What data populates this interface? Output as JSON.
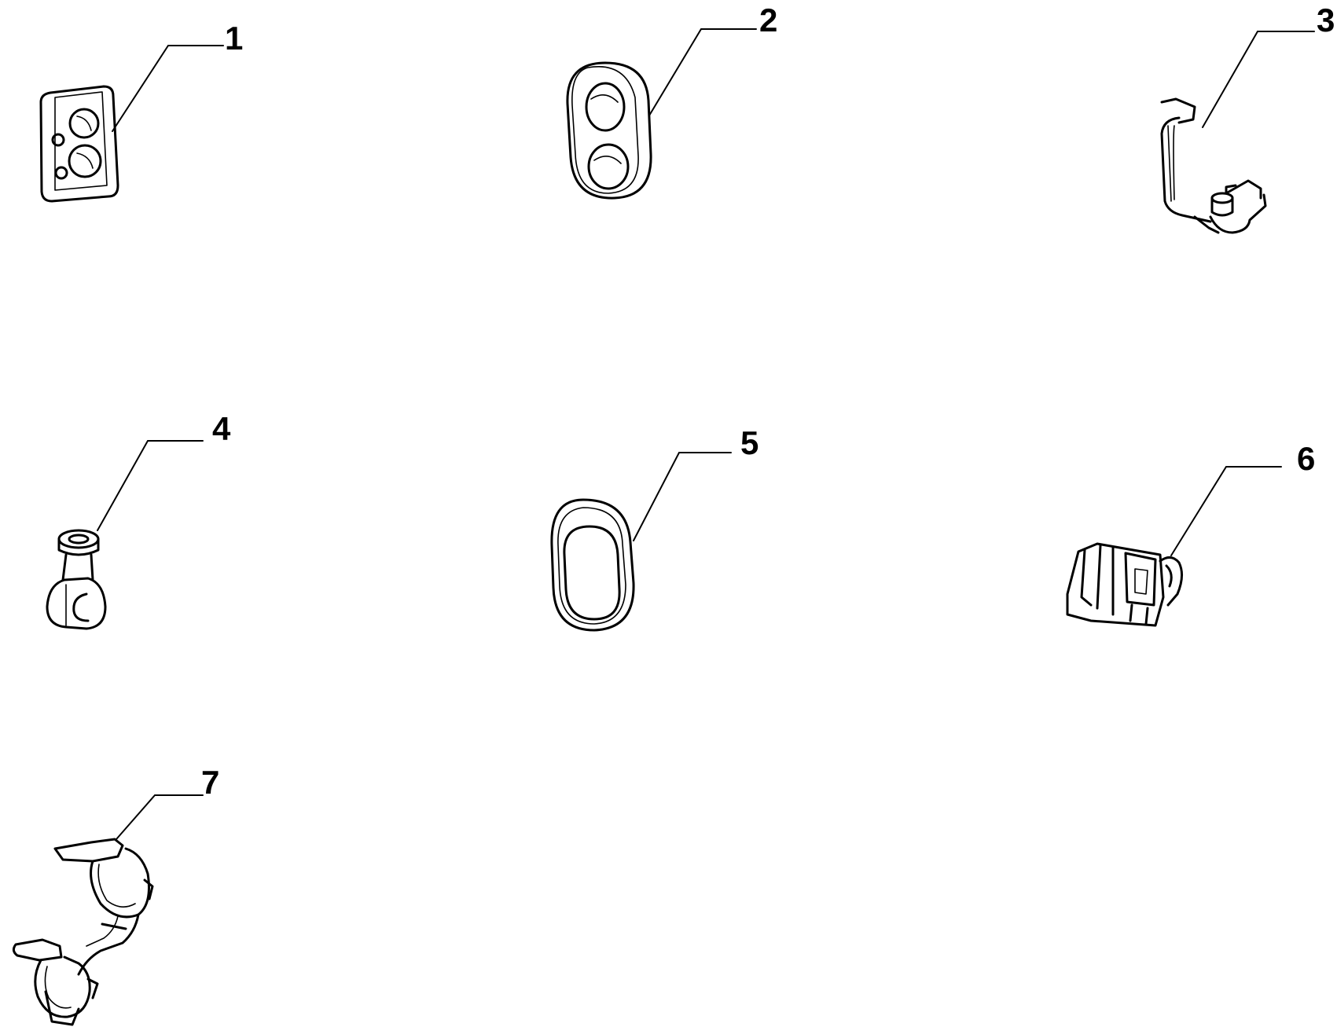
{
  "diagram": {
    "callouts": [
      {
        "number": "1",
        "part": "grommet-plate"
      },
      {
        "number": "2",
        "part": "double-hole-grommet"
      },
      {
        "number": "3",
        "part": "wire-bracket-clip"
      },
      {
        "number": "4",
        "part": "pipe-clip"
      },
      {
        "number": "5",
        "part": "oval-blanking-plug"
      },
      {
        "number": "6",
        "part": "connector-clip"
      },
      {
        "number": "7",
        "part": "double-pipe-clamp"
      }
    ]
  },
  "colors": {
    "line": "#000000",
    "background": "#ffffff"
  }
}
